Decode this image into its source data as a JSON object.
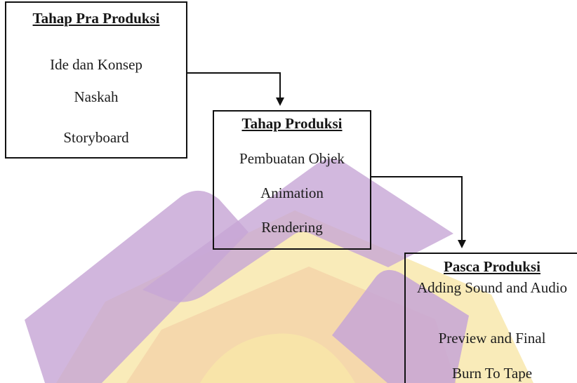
{
  "boxes": {
    "pra_produksi": {
      "title": "Tahap Pra Produksi",
      "items": [
        "Ide dan Konsep",
        "Naskah",
        "Storyboard"
      ]
    },
    "produksi": {
      "title": "Tahap Produksi",
      "items": [
        "Pembuatan Objek",
        "Animation",
        "Rendering"
      ]
    },
    "pasca_produksi": {
      "title": "Pasca Produksi",
      "items": [
        "Adding Sound and Audio",
        "Preview and Final",
        "Burn To Tape"
      ]
    }
  },
  "colors": {
    "watermark_purple": "#c7a6d6",
    "watermark_yellow": "#f8e6a8",
    "watermark_orange": "#f3c8a3",
    "line": "#111111"
  }
}
